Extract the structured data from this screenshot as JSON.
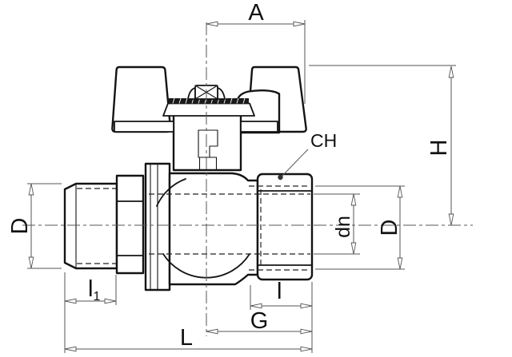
{
  "drawing": {
    "type": "technical-drawing",
    "subject": "ball valve with butterfly handle, side section view",
    "colors": {
      "line": "#141414",
      "dimension": "#555555",
      "background": "#ffffff"
    },
    "dimensions": {
      "top_width": "A",
      "height": "H",
      "inlet_diameter": "D",
      "bore_diameter": "dn",
      "outlet_diameter": "D",
      "wrench_size": "CH",
      "inlet_thread_length_main": "l",
      "inlet_thread_length_sub": "1",
      "outlet_thread_length": "l",
      "center_to_end": "G",
      "overall_length": "L"
    }
  }
}
